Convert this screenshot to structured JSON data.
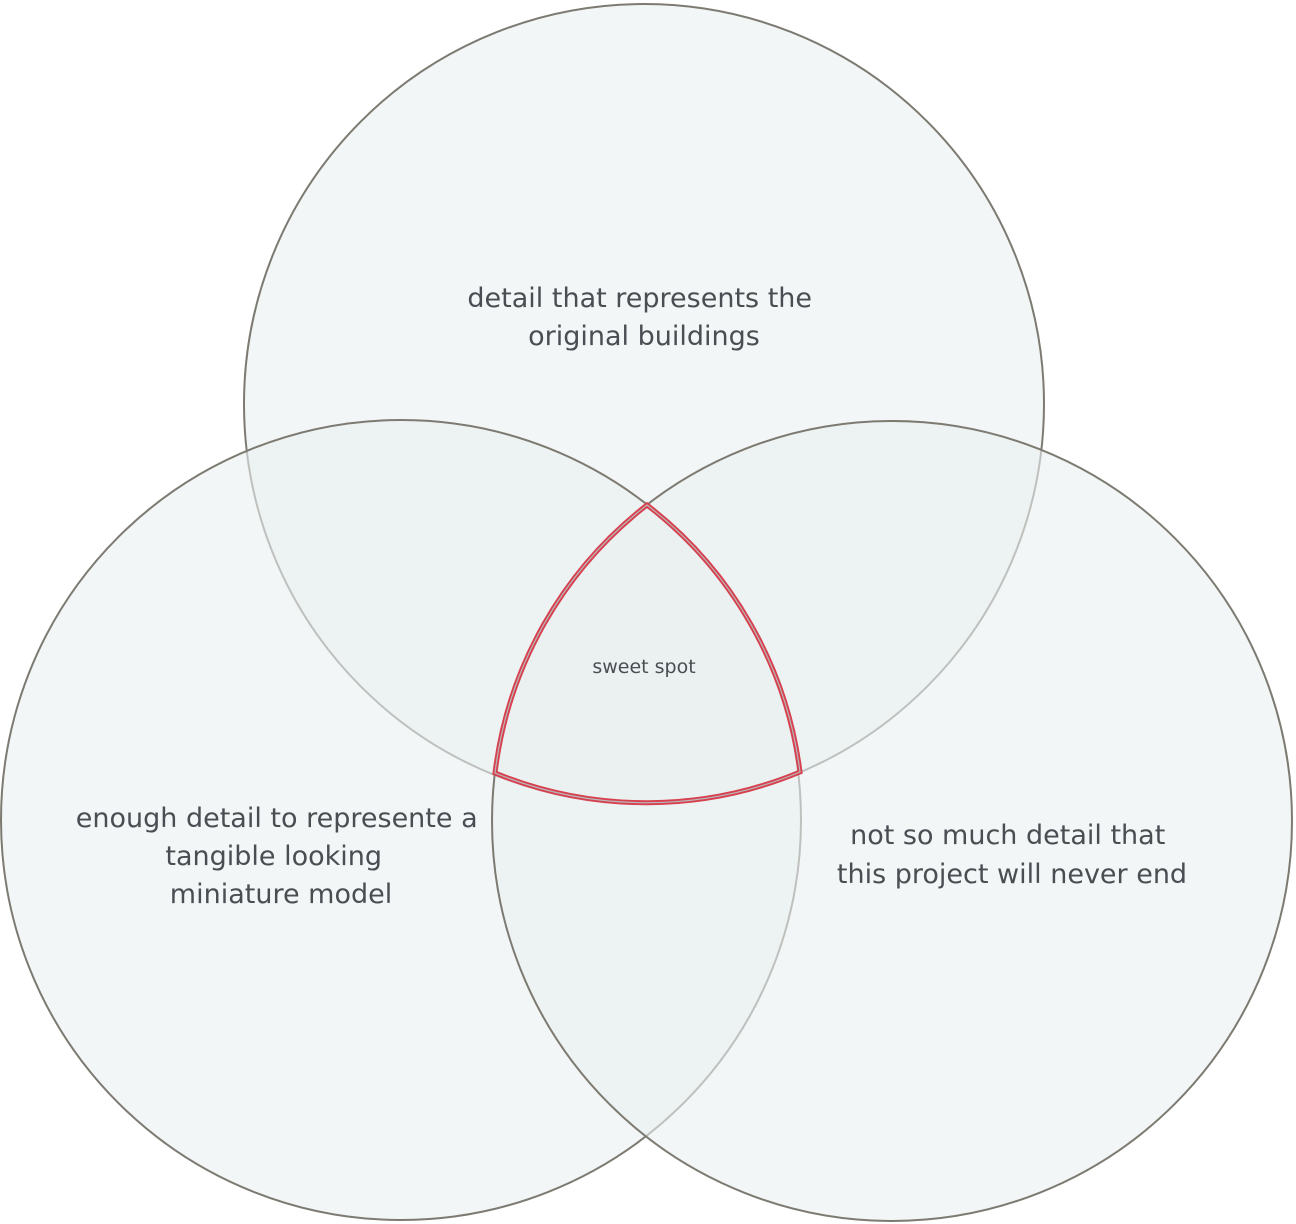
{
  "diagram": {
    "type": "venn",
    "sets": [
      {
        "id": "top",
        "lines": [
          "detail that represents the",
          "original buildings"
        ]
      },
      {
        "id": "left",
        "lines": [
          "enough detail to represente a",
          "tangible looking",
          "miniature model"
        ]
      },
      {
        "id": "right",
        "lines": [
          "not so much detail that",
          "this project will never end"
        ]
      }
    ],
    "center": {
      "label": "sweet spot",
      "highlight_color": "#d8404f"
    },
    "colors": {
      "circle_fill": "#eaf0f0",
      "circle_stroke": "#7d7a72",
      "text": "#4a4d52"
    }
  }
}
